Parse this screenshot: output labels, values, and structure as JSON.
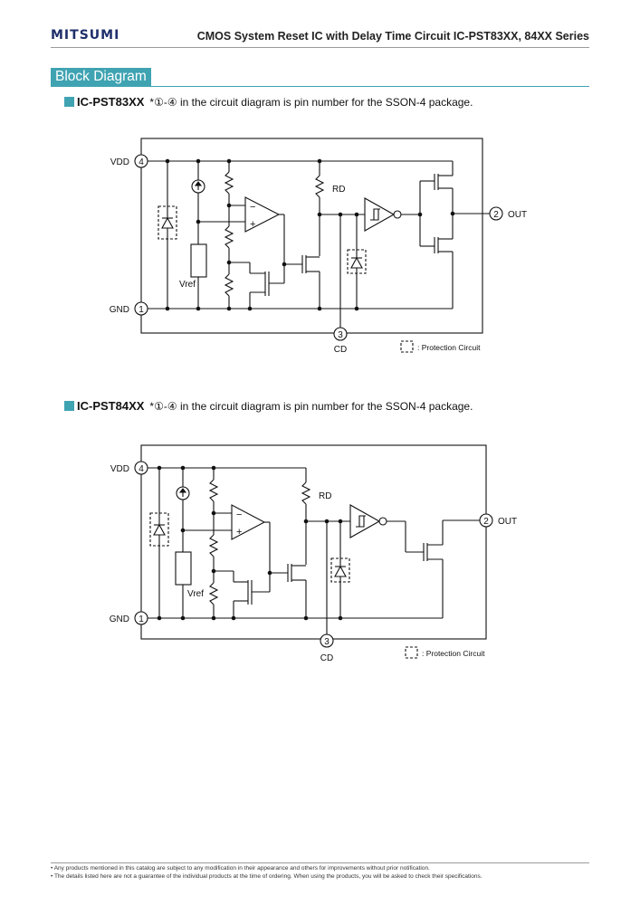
{
  "header": {
    "logo": "MITSUMI",
    "title": "CMOS System Reset IC with Delay Time Circuit   IC-PST83XX, 84XX Series"
  },
  "section": {
    "title": "Block Diagram"
  },
  "diagrams": [
    {
      "part": "IC-PST83XX",
      "note": "*①-④ in the circuit diagram is pin number for the SSON-4 package.",
      "labels": {
        "vdd": "VDD",
        "gnd": "GND",
        "out": "OUT",
        "cd": "CD",
        "rd": "RD",
        "vref": "Vref",
        "pin1": "1",
        "pin2": "2",
        "pin3": "3",
        "pin4": "4",
        "minus": "−",
        "plus": "+",
        "protection": ": Protection Circuit"
      }
    },
    {
      "part": "IC-PST84XX",
      "note": "*①-④ in the circuit diagram is pin number for the SSON-4 package.",
      "labels": {
        "vdd": "VDD",
        "gnd": "GND",
        "out": "OUT",
        "cd": "CD",
        "rd": "RD",
        "vref": "Vref",
        "pin1": "1",
        "pin2": "2",
        "pin3": "3",
        "pin4": "4",
        "minus": "−",
        "plus": "+",
        "protection": ": Protection Circuit"
      }
    }
  ],
  "footer": {
    "notes": [
      "• Any products mentioned in this catalog are subject to any modification in their appearance and others for improvements without prior notification.",
      "• The details listed here are not a guarantee of the individual products at the time of ordering. When using the products, you will be asked to check their specifications."
    ]
  }
}
